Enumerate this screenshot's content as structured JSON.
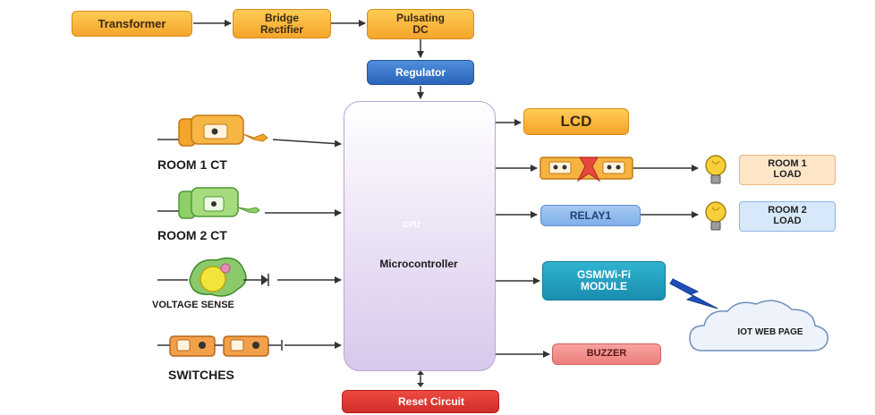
{
  "power": {
    "transformer": "Transformer",
    "bridge_rectifier": "Bridge\nRectifier",
    "pulsating_dc": "Pulsating\nDC",
    "regulator": "Regulator"
  },
  "mcu": {
    "cpu_label": "CPU",
    "name": "Microcontroller"
  },
  "inputs": {
    "room1_ct": "ROOM 1 CT",
    "room2_ct": "ROOM 2 CT",
    "voltage_sense": "VOLTAGE SENSE",
    "switches": "SWITCHES"
  },
  "outputs": {
    "lcd": "LCD",
    "relay1": "RELAY1",
    "gsm_wifi": "GSM/Wi-Fi\nMODULE",
    "buzzer": "BUZZER",
    "reset": "Reset Circuit"
  },
  "loads": {
    "room1_load": "ROOM 1\nLOAD",
    "room2_load": "ROOM 2\nLOAD"
  },
  "cloud": {
    "label": "IOT WEB PAGE"
  },
  "colors": {
    "arrow": "#333333",
    "accent_orange": "#f4a52a",
    "accent_blue": "#2a64b8",
    "lightning": "#1e4fb8"
  }
}
